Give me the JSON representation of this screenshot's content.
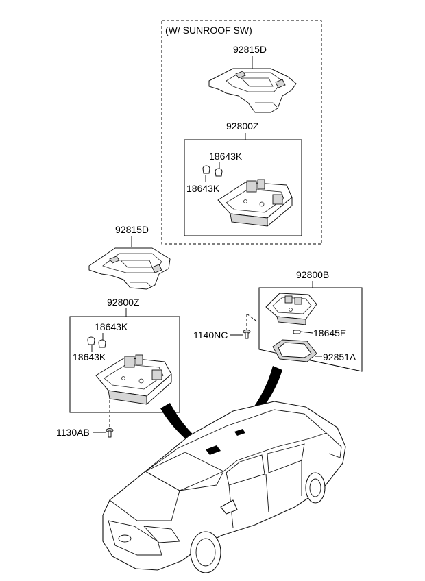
{
  "diagram": {
    "sunroof_group_label": "(W/ SUNROOF SW)",
    "parts": {
      "console_sunroof": "92815D",
      "lamp_sunroof": "92800Z",
      "clip_a_sunroof": "18643K",
      "clip_b_sunroof": "18643K",
      "console_std": "92815D",
      "lamp_std": "92800Z",
      "clip_a_std": "18643K",
      "clip_b_std": "18643K",
      "screw_lower": "1130AB",
      "room_lamp": "92800B",
      "screw_rear": "1140NC",
      "bulb": "18645E",
      "lens": "92851A"
    },
    "icons": [
      "overhead-console-icon",
      "map-lamp-icon",
      "room-lamp-icon",
      "lens-ring-icon",
      "screw-icon",
      "car-icon",
      "pointer-arrow-icon"
    ]
  }
}
